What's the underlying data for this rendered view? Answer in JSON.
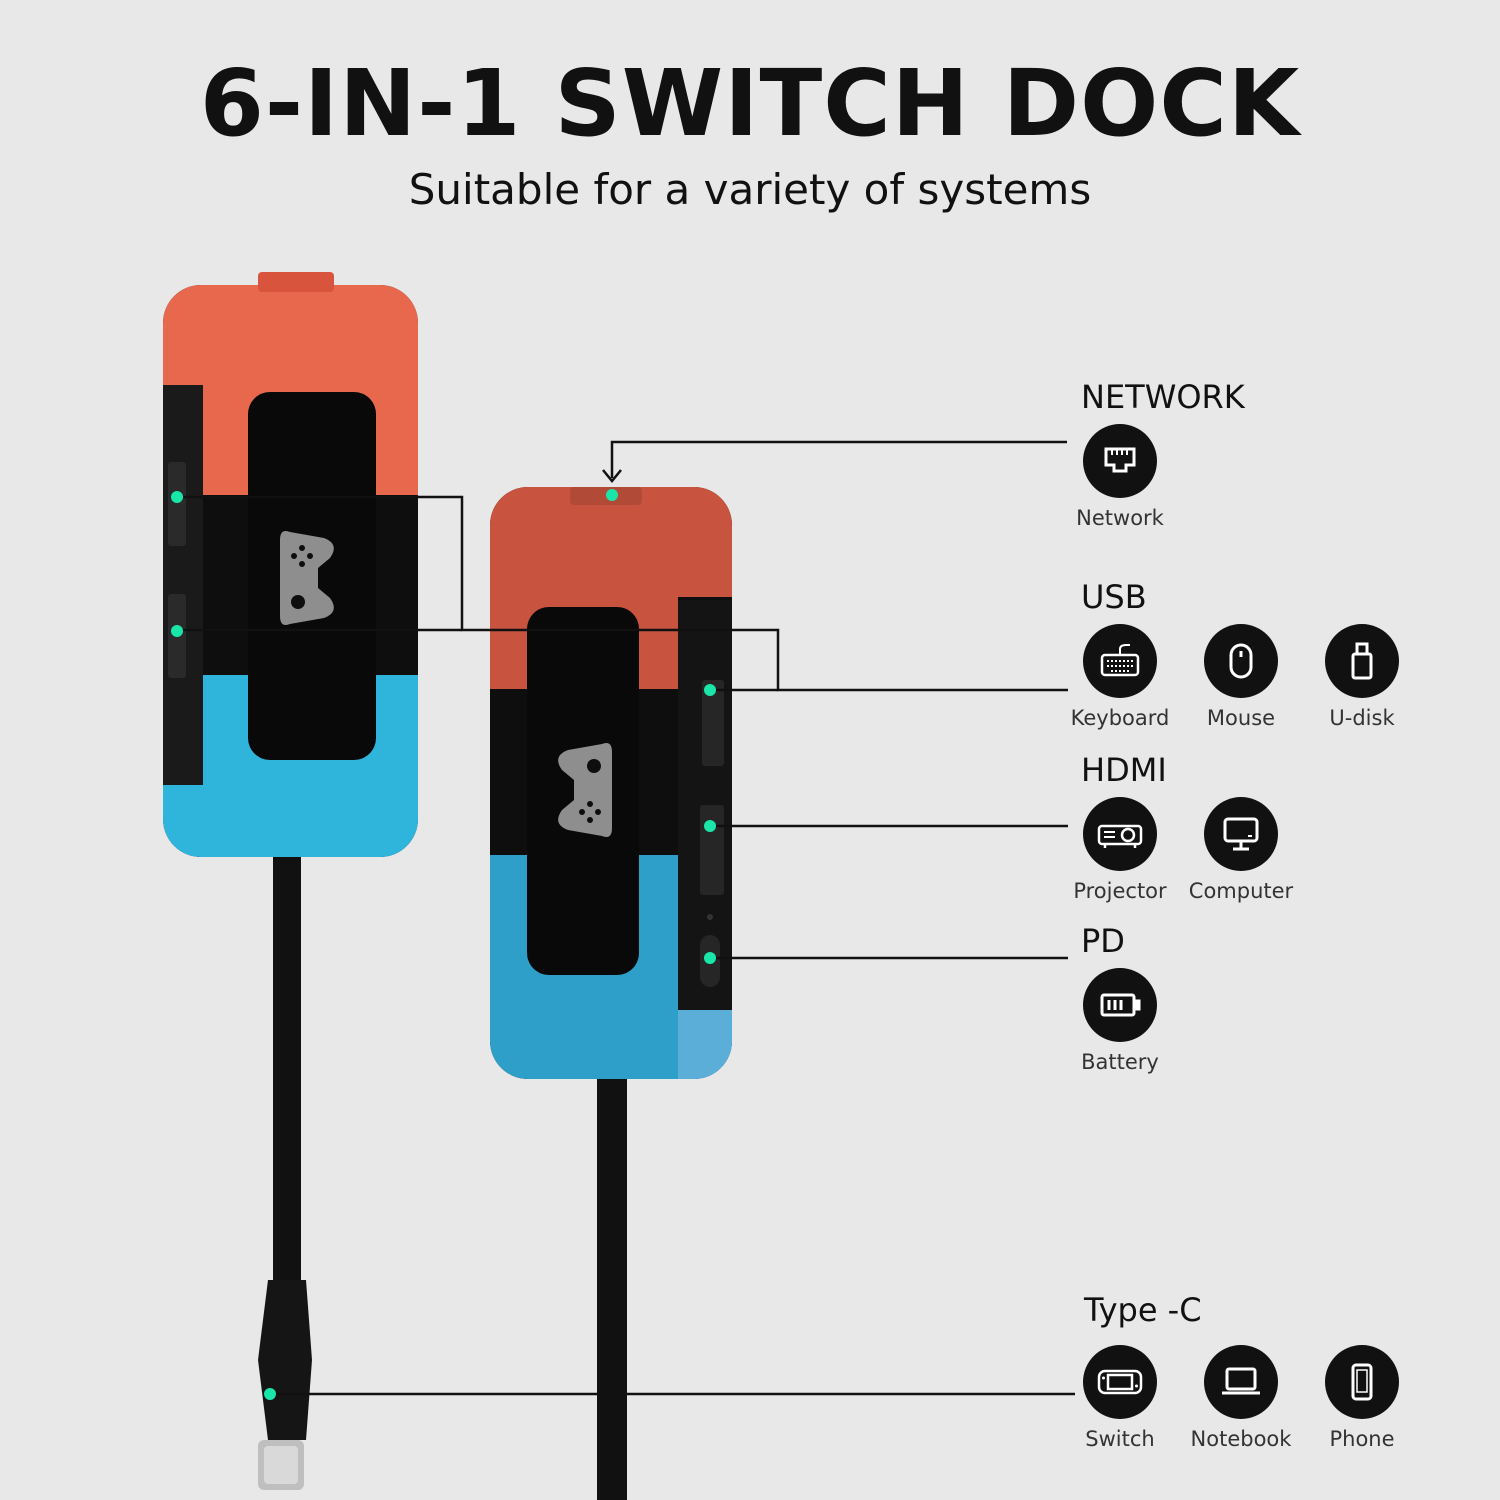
{
  "header": {
    "title": "6-IN-1 SWITCH DOCK",
    "subtitle": "Suitable for a variety of systems"
  },
  "colors": {
    "red": "#e8684e",
    "blue": "#2fb4dc",
    "body": "#0e0e0e",
    "dot": "#19e6a8",
    "background": "#e8e8e8"
  },
  "sections": {
    "network": {
      "title": "NETWORK",
      "items": [
        {
          "label": "Network",
          "icon": "ethernet-icon"
        }
      ]
    },
    "usb": {
      "title": "USB",
      "items": [
        {
          "label": "Keyboard",
          "icon": "keyboard-icon"
        },
        {
          "label": "Mouse",
          "icon": "mouse-icon"
        },
        {
          "label": "U-disk",
          "icon": "usb-drive-icon"
        }
      ]
    },
    "hdmi": {
      "title": "HDMI",
      "items": [
        {
          "label": "Projector",
          "icon": "projector-icon"
        },
        {
          "label": "Computer",
          "icon": "monitor-icon"
        }
      ]
    },
    "pd": {
      "title": "PD",
      "items": [
        {
          "label": "Battery",
          "icon": "battery-icon"
        }
      ]
    },
    "typec": {
      "title": "Type -C",
      "items": [
        {
          "label": "Switch",
          "icon": "game-console-icon"
        },
        {
          "label": "Notebook",
          "icon": "laptop-icon"
        },
        {
          "label": "Phone",
          "icon": "phone-icon"
        }
      ]
    }
  }
}
